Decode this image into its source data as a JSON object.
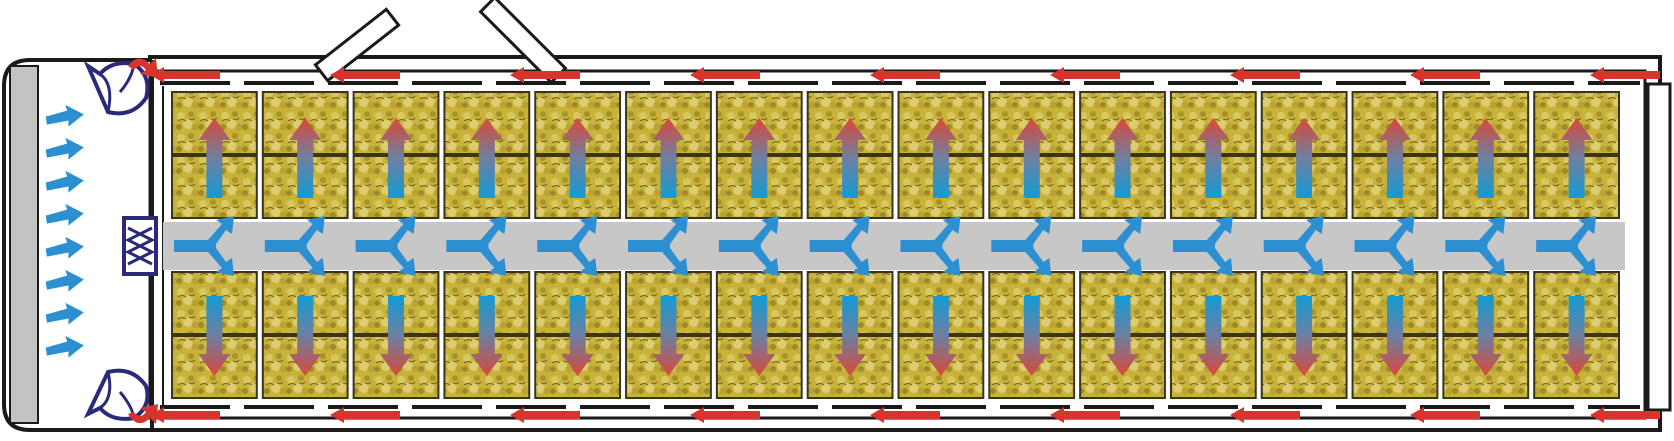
{
  "diagram": {
    "type": "vehicle-airflow-layout",
    "stacks": 16,
    "tiers_per_side": 2,
    "colors": {
      "outline": "#1a1a1a",
      "intake_arrow": "#2b8fd1",
      "return_arrow": "#d8342e",
      "warm": "#d9483a",
      "cool": "#139bd3",
      "channel": "#c7c7c7",
      "crate_fill": "#c9b23a",
      "crate_border": "#3a3418",
      "fan": "#2b2a7a"
    },
    "icons": {
      "intake": "blue-intake-arrow-icon",
      "return": "red-return-arrow-icon",
      "split": "y-split-arrow-icon",
      "vertical": "gradient-vertical-arrow-icon",
      "fan": "fan-icon",
      "heater": "heater-coil-icon"
    }
  }
}
